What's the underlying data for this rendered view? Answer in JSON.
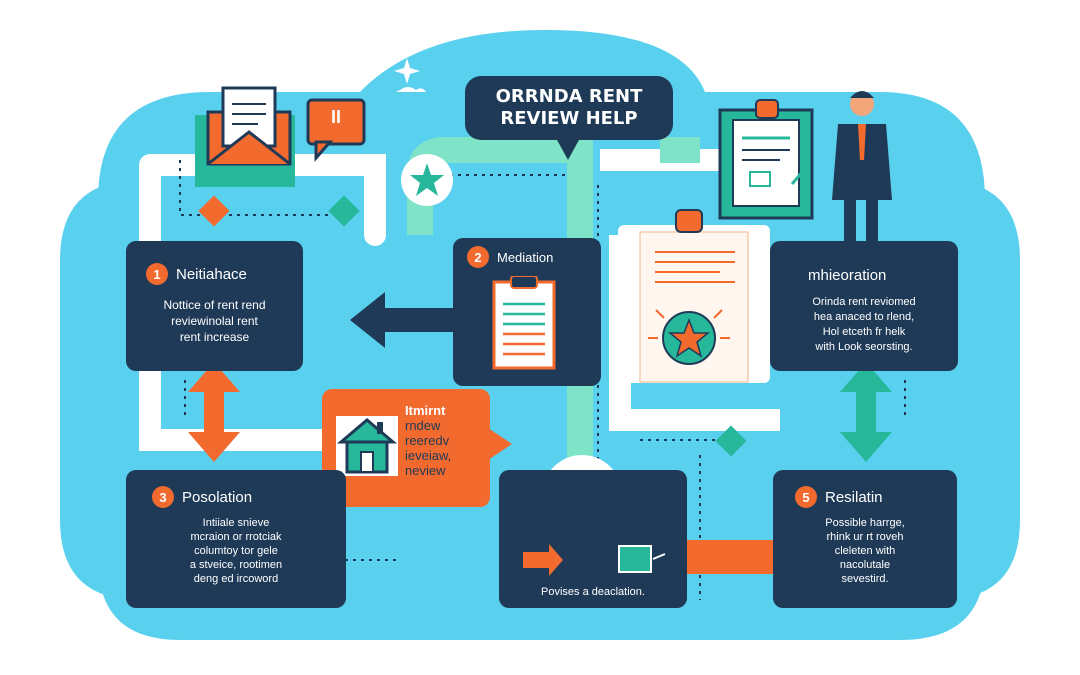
{
  "title": {
    "line1": "ORRNDA RENT",
    "line2": "REVIEW HELP"
  },
  "steps": [
    {
      "number": "1",
      "title": "Neitiahace",
      "lines": [
        "Nottice of rent rend",
        "reviewinolal rent",
        "rent increase"
      ]
    },
    {
      "number": "2",
      "title": "Mediation",
      "lines": []
    },
    {
      "number": "",
      "title": "mhieoration",
      "lines": [
        "Orinda rent reviomed",
        "hea anaced to rlend,",
        "Hol etceth fr helk",
        "with Look seorsting."
      ]
    },
    {
      "number": "3",
      "title": "Posolation",
      "lines": [
        "Intiiale snieve",
        "mcraion or rrotciak",
        "columtoy tor gele",
        "a stveice, rootimen",
        "deng ed ircoword"
      ]
    },
    {
      "number": "",
      "title": "",
      "lines": [
        "Povises a deaclation."
      ]
    },
    {
      "number": "5",
      "title": "Resilatin",
      "lines": [
        "Possible harrge,",
        "rhink ur rt roveh",
        "cleleten with",
        "nacolutale",
        "sevestird."
      ]
    }
  ],
  "callout": {
    "lines": [
      "Itmirnt",
      "rndew",
      "reeredv",
      "ieveiaw,",
      "neview"
    ]
  },
  "icons": {
    "chat_glyph": "II",
    "star_glyph": "★"
  },
  "colors": {
    "sky": "#5ad0ef",
    "navy": "#1f3a57",
    "orange": "#f26a2e",
    "teal": "#27b89c",
    "white": "#ffffff"
  }
}
